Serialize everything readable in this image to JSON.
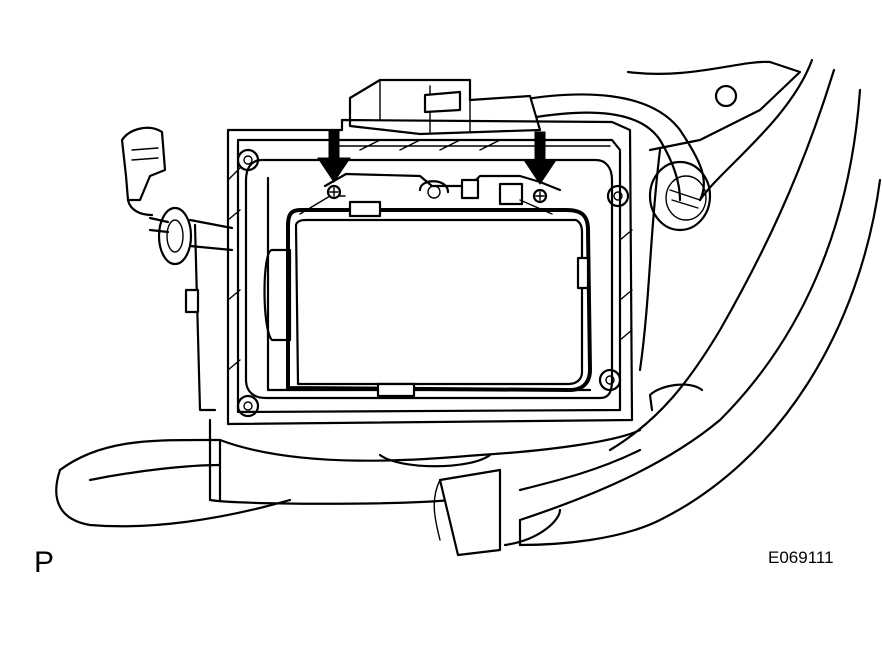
{
  "figure": {
    "view_label": "P",
    "figure_code": "E069111",
    "colors": {
      "line": "#000000",
      "background": "#ffffff"
    },
    "callouts": [
      {
        "name": "screw-left",
        "icon": "down-arrow-icon"
      },
      {
        "name": "screw-right",
        "icon": "down-arrow-icon"
      }
    ]
  }
}
